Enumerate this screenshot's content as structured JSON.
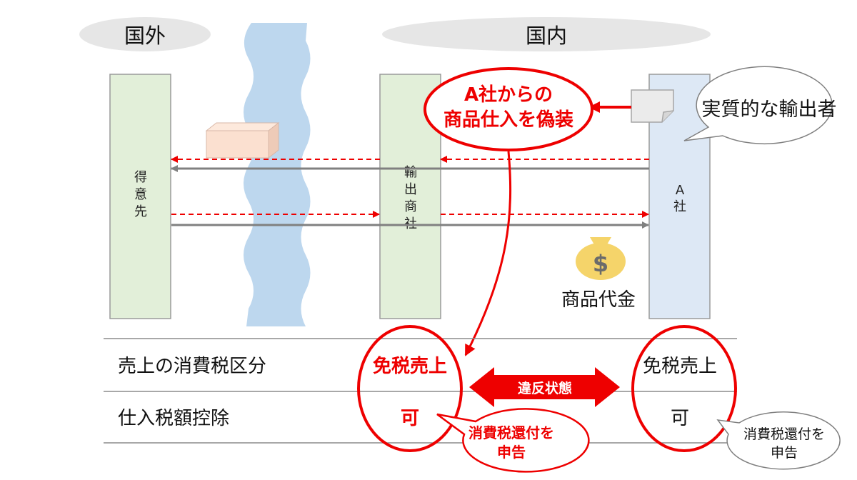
{
  "regions": {
    "overseas": "国外",
    "domestic": "国内"
  },
  "entities": {
    "customer_chars": [
      "得",
      "意",
      "先"
    ],
    "trading_company_chars": [
      "輸",
      "出",
      "商",
      "社"
    ],
    "company_a_chars": [
      "A",
      "社"
    ]
  },
  "callouts": {
    "real_exporter": "実質的な輸出者",
    "disguise_line1": "A社からの",
    "disguise_line2": "商品仕入を偽装",
    "refund_red_line1": "消費税還付を",
    "refund_red_line2": "申告",
    "refund_gray_line1": "消費税還付を",
    "refund_gray_line2": "申告"
  },
  "payment_label": "商品代金",
  "money_symbol": "$",
  "table": {
    "row1_label": "売上の消費税区分",
    "row2_label": "仕入税額控除",
    "trading_row1": "免税売上",
    "trading_row2": "可",
    "a_row1": "免税売上",
    "a_row2": "可"
  },
  "violation_label": "違反状態",
  "colors": {
    "accent_red": "#ee0000",
    "entity_green_fill": "#e2efd9",
    "entity_blue_fill": "#dde8f5",
    "river_blue": "#bdd7ee",
    "region_pill": "#e6e6e6",
    "box_peach": "#fbe0d0",
    "money_gold": "#f5d46a",
    "arrow_gray": "#808080"
  },
  "icons": [
    "document-icon",
    "money-bag-icon",
    "shipment-box-icon"
  ]
}
